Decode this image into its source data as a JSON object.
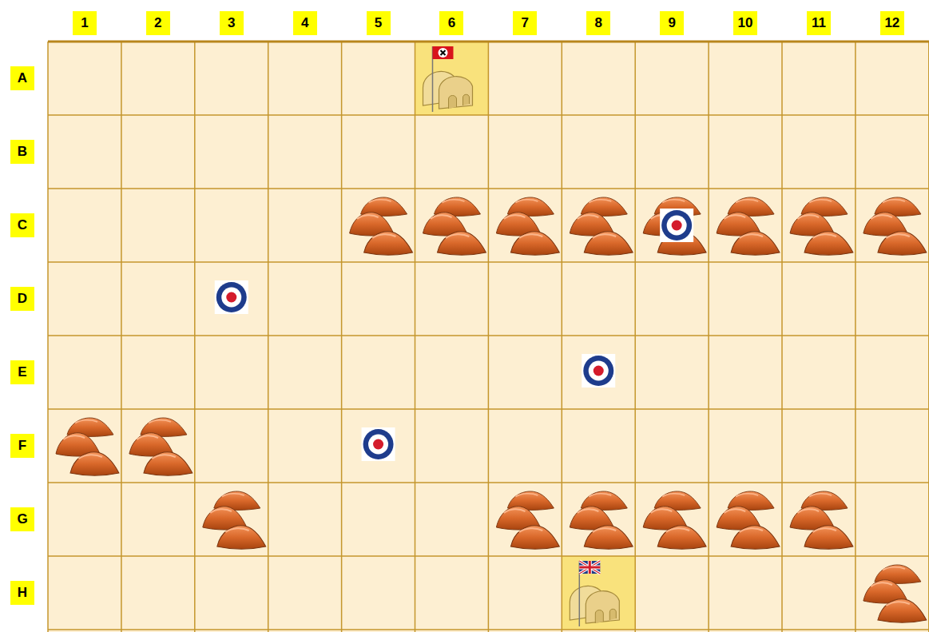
{
  "diagram": {
    "labels": [
      "1",
      "2",
      "3",
      "4",
      "5",
      "6",
      "7",
      "8",
      "9",
      "10",
      "11",
      "12",
      "A",
      "B",
      "C",
      "D",
      "E",
      "F",
      "G",
      "H"
    ]
  }
}
